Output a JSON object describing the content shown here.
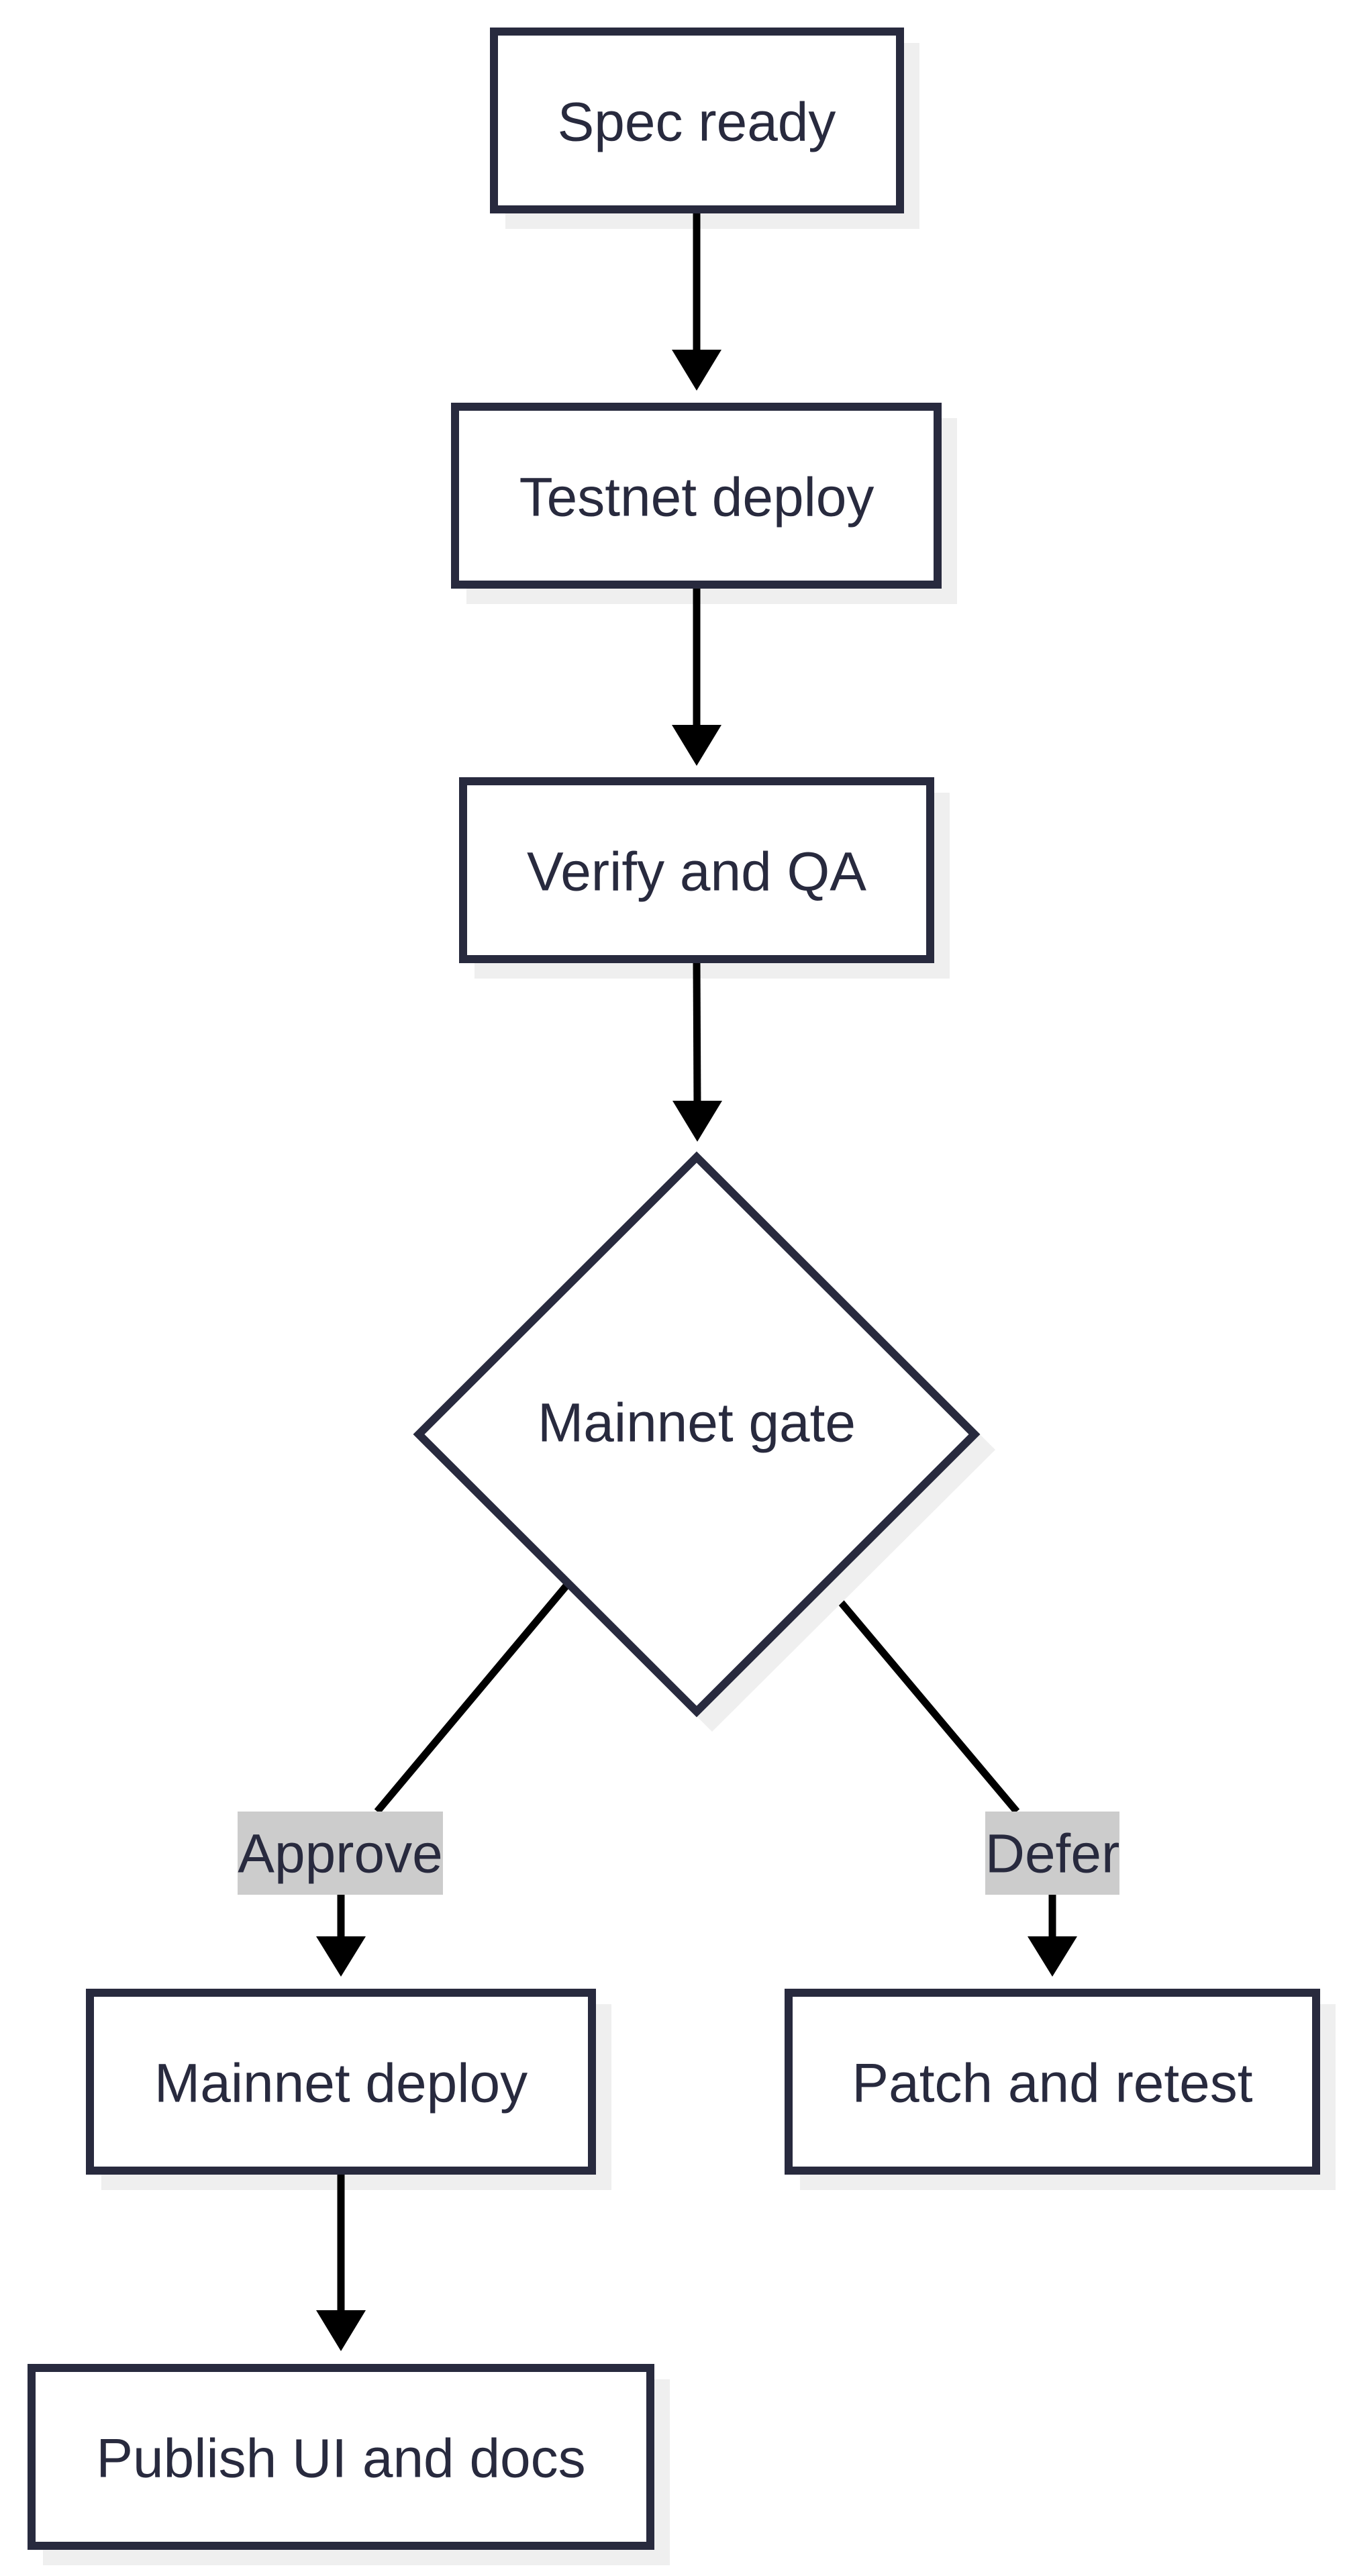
{
  "diagram": {
    "type": "flowchart",
    "colors": {
      "background": "#ffffff",
      "node_fill": "#ffffff",
      "node_stroke": "#282a3e",
      "node_text": "#282a3e",
      "shadow": "#efefef",
      "edge": "#000000",
      "edge_label_bg": "#cccccc",
      "edge_label_text": "#282a3e"
    },
    "nodes": [
      {
        "id": "spec",
        "shape": "rect",
        "label": "Spec ready"
      },
      {
        "id": "testnet",
        "shape": "rect",
        "label": "Testnet deploy"
      },
      {
        "id": "verify",
        "shape": "rect",
        "label": "Verify and QA"
      },
      {
        "id": "gate",
        "shape": "diamond",
        "label": "Mainnet gate"
      },
      {
        "id": "mainnet",
        "shape": "rect",
        "label": "Mainnet deploy"
      },
      {
        "id": "patch",
        "shape": "rect",
        "label": "Patch and retest"
      },
      {
        "id": "publish",
        "shape": "rect",
        "label": "Publish UI and docs"
      }
    ],
    "edges": [
      {
        "from": "spec",
        "to": "testnet",
        "label": ""
      },
      {
        "from": "testnet",
        "to": "verify",
        "label": ""
      },
      {
        "from": "verify",
        "to": "gate",
        "label": ""
      },
      {
        "from": "gate",
        "to": "mainnet",
        "label": "Approve"
      },
      {
        "from": "gate",
        "to": "patch",
        "label": "Defer"
      },
      {
        "from": "mainnet",
        "to": "publish",
        "label": ""
      }
    ]
  }
}
